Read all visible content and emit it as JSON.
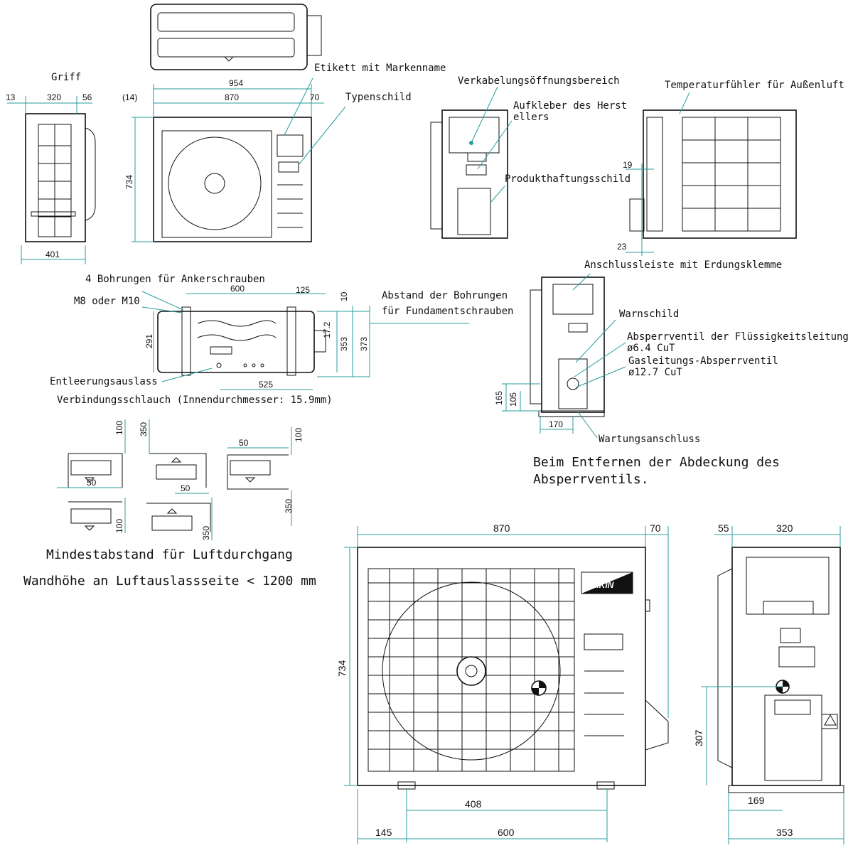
{
  "labels": {
    "griff": "Griff",
    "etikett": "Etikett mit Markenname",
    "typenschild": "Typenschild",
    "verkabelung": "Verkabelungsöffnungsbereich",
    "aufkleber_1": "Aufkleber des Herst",
    "aufkleber_2": "ellers",
    "produkthaftung": "Produkthaftungsschild",
    "temperatur": "Temperaturfühler für Außenluft",
    "anschlussleiste": "Anschlussleiste mit Erdungsklemme",
    "bohrungen": "4 Bohrungen für Ankerschrauben",
    "m8": "M8 oder M10",
    "abstand_1": "Abstand der Bohrungen",
    "abstand_2": "für Fundamentschrauben",
    "warnschild": "Warnschild",
    "absperr_fl": "Absperrventil der Flüssigkeitsleitung",
    "phi64": "ø6.4 CuT",
    "gas": "Gasleitungs-Absperrventil",
    "phi127": "ø12.7 CuT",
    "entleerung": "Entleerungsauslass",
    "schlauch": "Verbindungsschlauch (Innendurchmesser: 15.9mm)",
    "wartung": "Wartungsanschluss",
    "beim_1": "Beim Entfernen der Abdeckung des",
    "beim_2": "Absperrventils.",
    "mindest": "Mindestabstand für Luftdurchgang",
    "wandhoehe": "Wandhöhe an Luftauslassseite < 1200 mm",
    "brand": "DAIKIN"
  },
  "dims": {
    "d13": "13",
    "d320": "320",
    "d56": "56",
    "d401": "401",
    "d954": "954",
    "d14": "(14)",
    "d870": "870",
    "d70": "70",
    "d734": "734",
    "d19": "19",
    "d23": "23",
    "d600": "600",
    "d125": "125",
    "d10": "10",
    "d172": "17.2",
    "d291": "291",
    "d353": "353",
    "d373": "373",
    "d525": "525",
    "d165": "165",
    "d105": "105",
    "d170": "170",
    "c100": "100",
    "c350": "350",
    "c50": "50",
    "b870": "870",
    "b70": "70",
    "b734": "734",
    "b408": "408",
    "b145": "145",
    "b600": "600",
    "b55": "55",
    "b320": "320",
    "b307": "307",
    "b169": "169",
    "b353": "353"
  },
  "colors": {
    "dimension": "#2a9d9d",
    "outline": "#111111"
  }
}
